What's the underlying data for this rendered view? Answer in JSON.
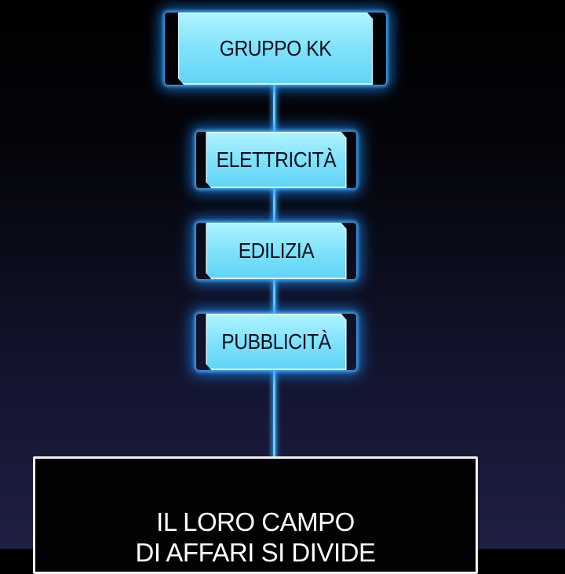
{
  "diagram": {
    "nodes": [
      {
        "id": "root",
        "label": "GRUPPO KK"
      },
      {
        "id": "electricity",
        "label": "ELETTRICITÀ"
      },
      {
        "id": "construction",
        "label": "EDILIZIA"
      },
      {
        "id": "advertising",
        "label": "PUBBLICITÀ"
      }
    ],
    "edges": [
      {
        "from": "root",
        "to": "electricity"
      },
      {
        "from": "electricity",
        "to": "construction"
      },
      {
        "from": "construction",
        "to": "advertising"
      },
      {
        "from": "advertising",
        "to": "caption"
      }
    ],
    "colors": {
      "node_fill": "#7fe2fb",
      "node_glow": "#2896ff",
      "connector": "#5fd0ff",
      "caption_border": "#f2f2f2"
    }
  },
  "caption": {
    "line1": "IL LORO CAMPO",
    "line2": "DI AFFARI SI DIVIDE"
  }
}
